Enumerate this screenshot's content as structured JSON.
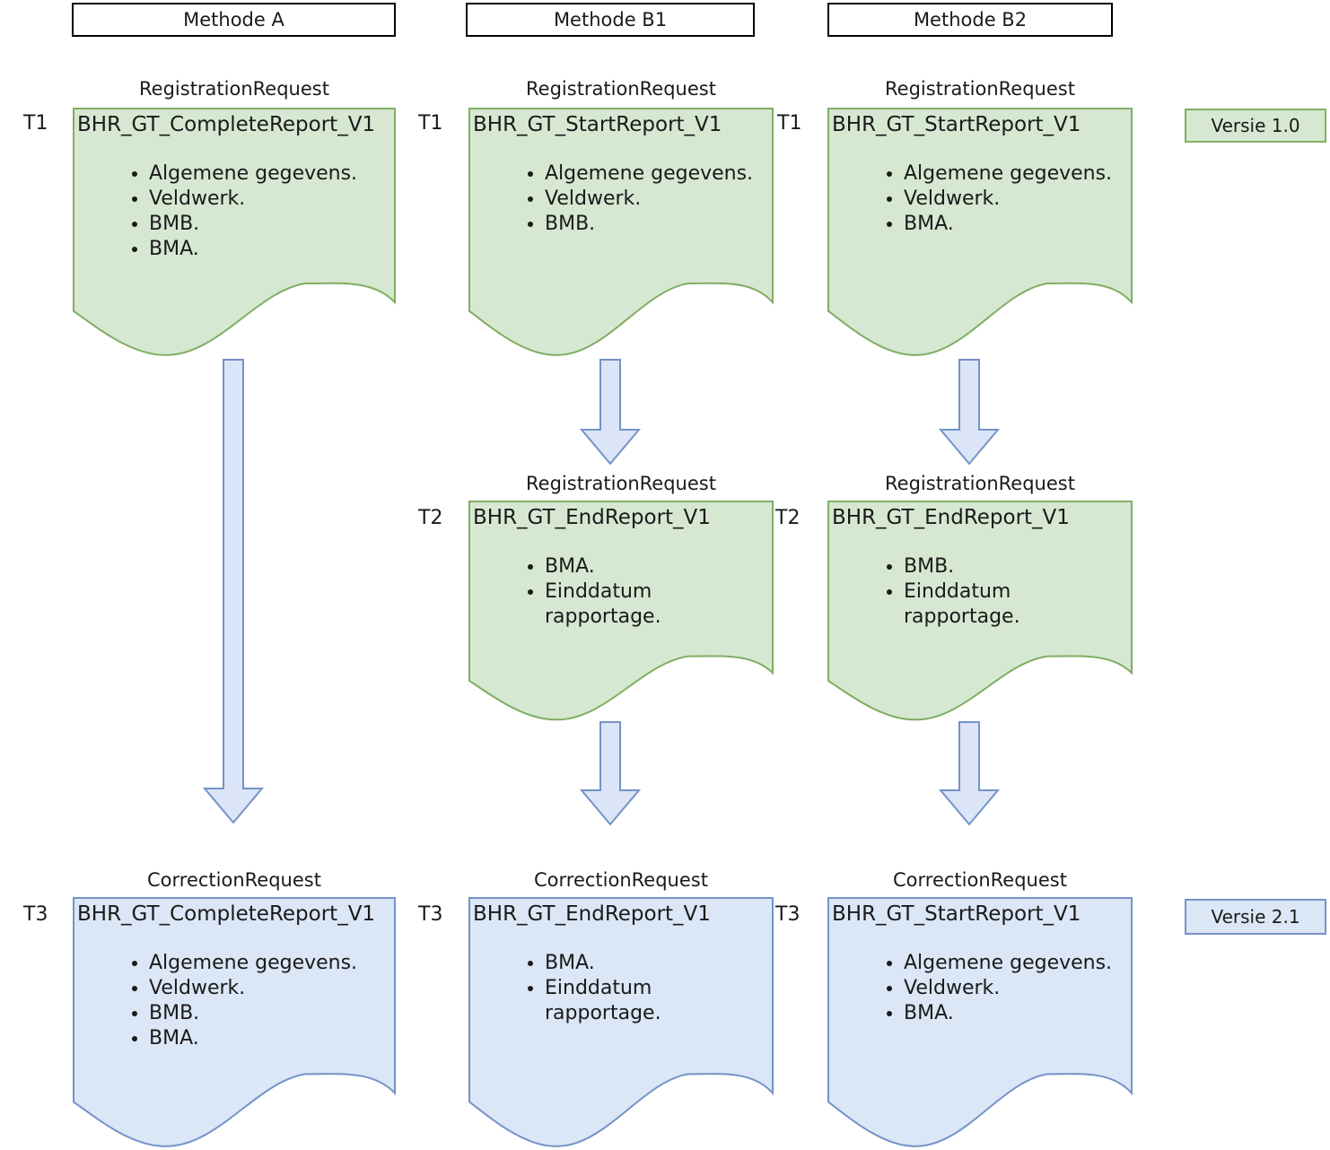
{
  "colors": {
    "green_fill": "#d6e8d2",
    "green_stroke": "#81ad64",
    "blue_fill": "#dbe6f6",
    "blue_stroke": "#7493c8",
    "arrow_fill": "#dbe5f7",
    "arrow_stroke": "#7493c8",
    "header_border": "#000000",
    "text": "#1a1a1a"
  },
  "columns": [
    {
      "header": "Methode A",
      "documents": [
        {
          "time": "T1",
          "request_type": "RegistrationRequest",
          "title": "BHR_GT_CompleteReport_V1",
          "items": [
            "Algemene gegevens.",
            "Veldwerk.",
            "BMB.",
            "BMA."
          ],
          "color": "green"
        },
        {
          "time": "T3",
          "request_type": "CorrectionRequest",
          "title": "BHR_GT_CompleteReport_V1",
          "items": [
            "Algemene gegevens.",
            "Veldwerk.",
            "BMB.",
            "BMA."
          ],
          "color": "blue"
        }
      ]
    },
    {
      "header": "Methode B1",
      "documents": [
        {
          "time": "T1",
          "request_type": "RegistrationRequest",
          "title": "BHR_GT_StartReport_V1",
          "items": [
            "Algemene gegevens.",
            "Veldwerk.",
            "BMB."
          ],
          "color": "green"
        },
        {
          "time": "T2",
          "request_type": "RegistrationRequest",
          "title": "BHR_GT_EndReport_V1",
          "items": [
            "BMA.",
            "Einddatum rapportage."
          ],
          "color": "green"
        },
        {
          "time": "T3",
          "request_type": "CorrectionRequest",
          "title": "BHR_GT_EndReport_V1",
          "items": [
            "BMA.",
            "Einddatum rapportage."
          ],
          "color": "blue"
        }
      ]
    },
    {
      "header": "Methode B2",
      "documents": [
        {
          "time": "T1",
          "request_type": "RegistrationRequest",
          "title": "BHR_GT_StartReport_V1",
          "items": [
            "Algemene gegevens.",
            "Veldwerk.",
            "BMA."
          ],
          "color": "green"
        },
        {
          "time": "T2",
          "request_type": "RegistrationRequest",
          "title": "BHR_GT_EndReport_V1",
          "items": [
            "BMB.",
            "Einddatum rapportage."
          ],
          "color": "green"
        },
        {
          "time": "T3",
          "request_type": "CorrectionRequest",
          "title": "BHR_GT_StartReport_V1",
          "items": [
            "Algemene gegevens.",
            "Veldwerk.",
            "BMA."
          ],
          "color": "blue"
        }
      ]
    }
  ],
  "badges": [
    {
      "label": "Versie 1.0",
      "color": "green"
    },
    {
      "label": "Versie 2.1",
      "color": "blue"
    }
  ]
}
